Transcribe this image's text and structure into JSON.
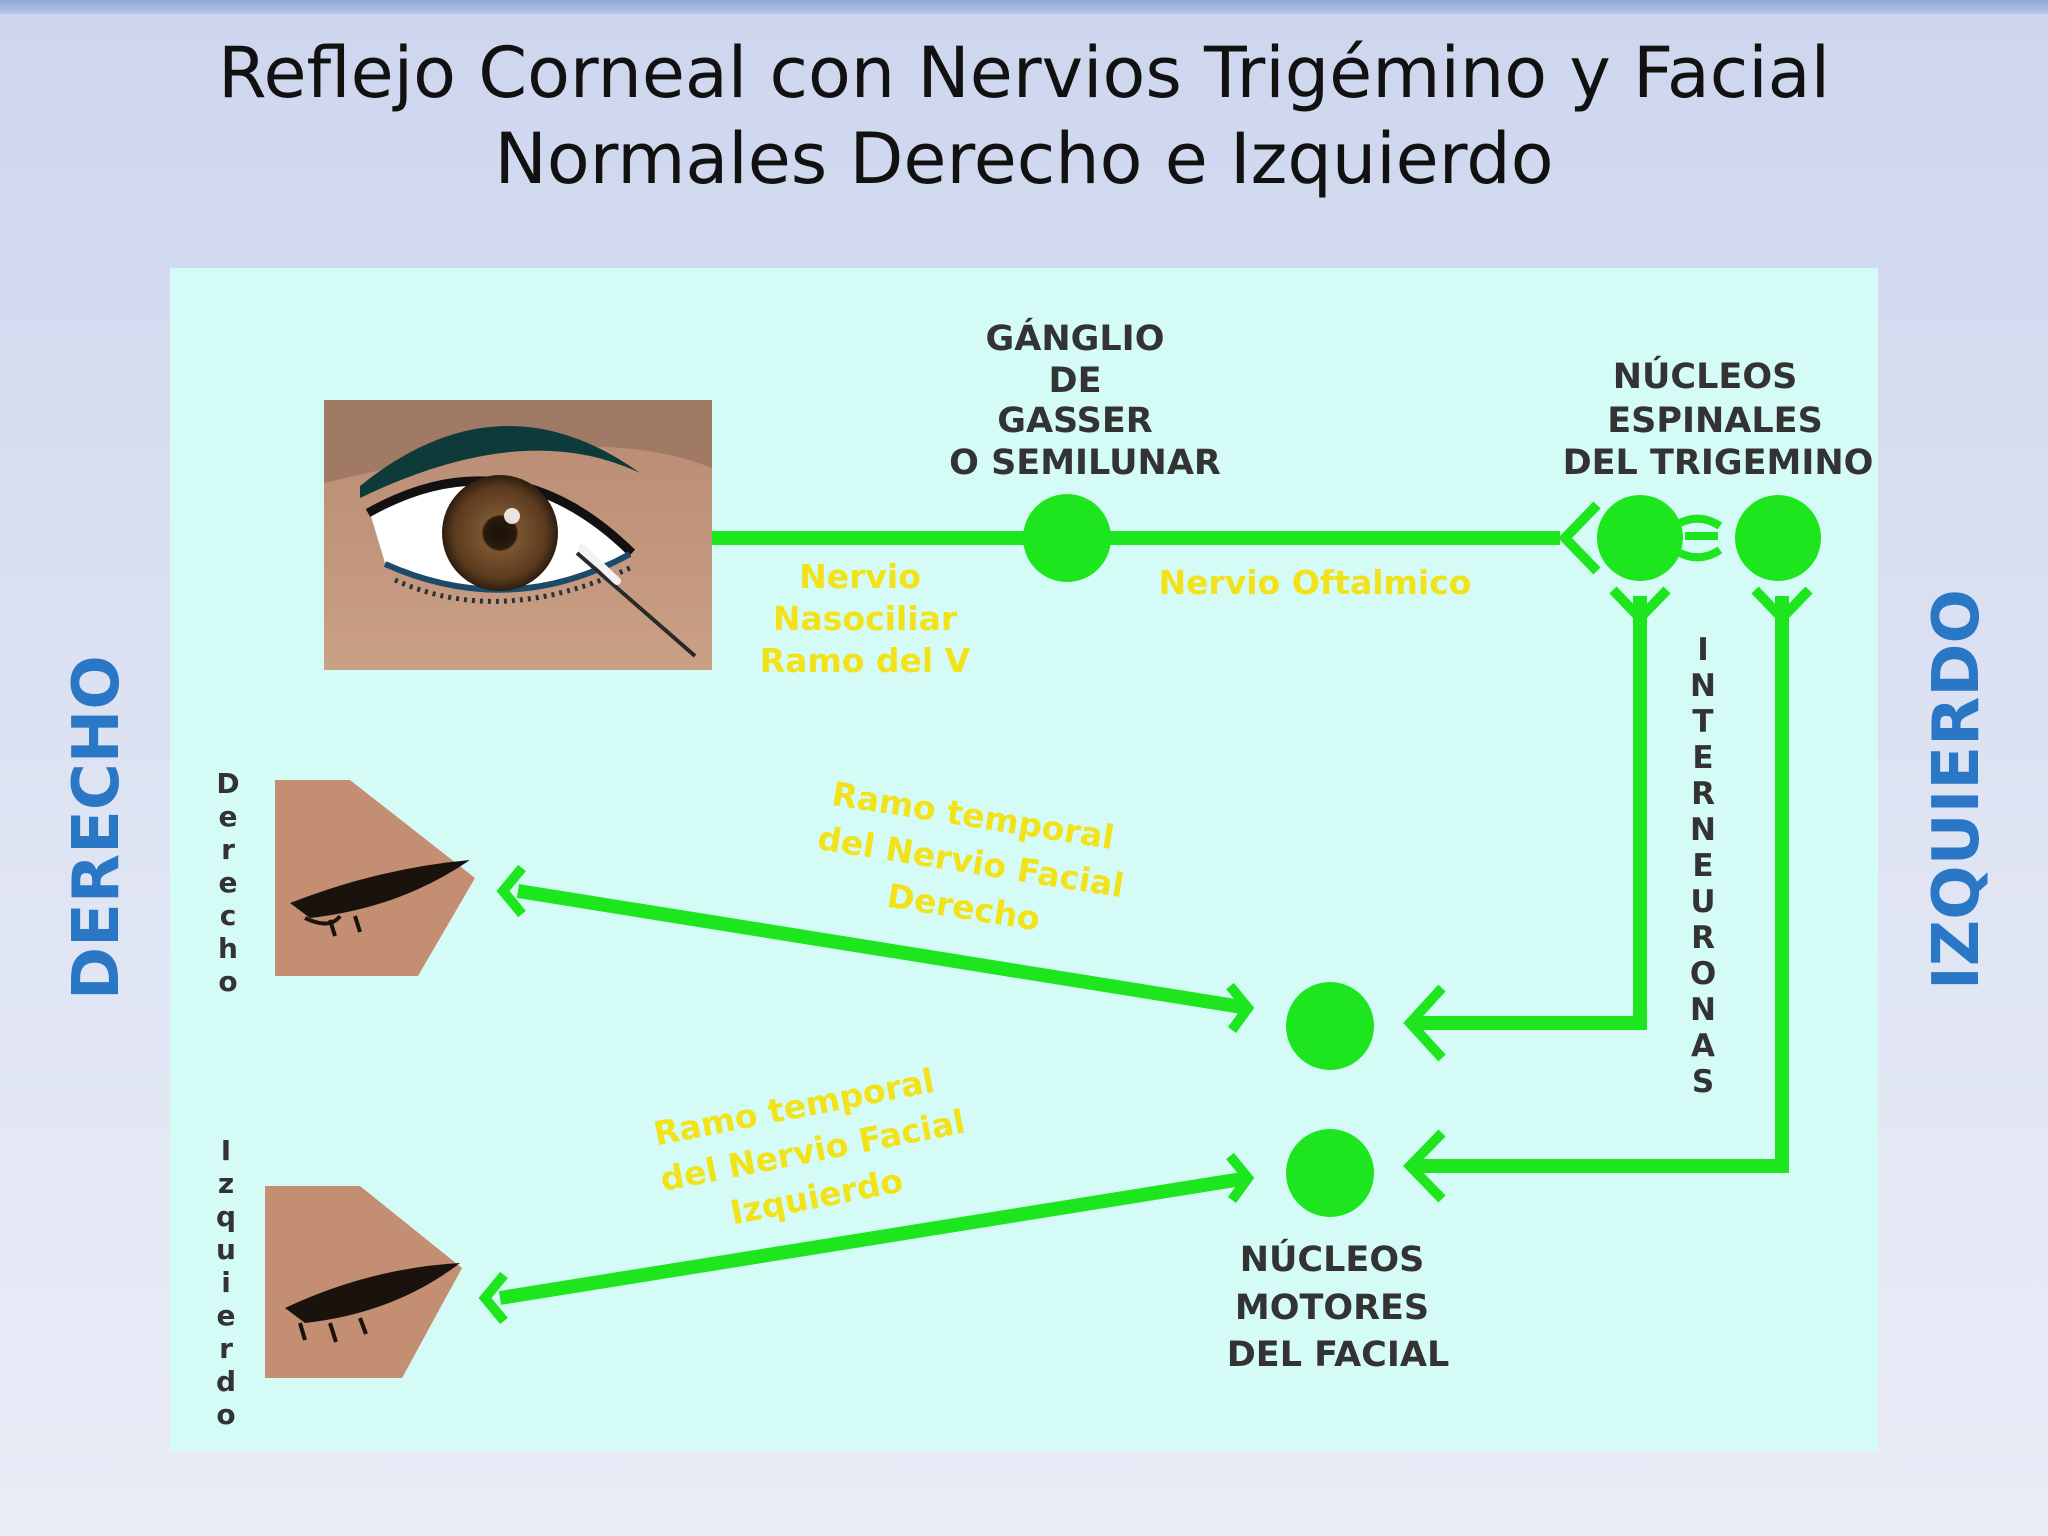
{
  "slide": {
    "title_line1": "Reflejo Corneal con Nervios Trigémino y Facial",
    "title_line2": "Normales Derecho e Izquierdo",
    "side_left": "DERECHO",
    "side_right": "IZQUIERDO"
  },
  "diagram": {
    "ganglion": [
      "GÁNGLIO",
      "DE",
      "GASSER",
      "O SEMILUNAR"
    ],
    "spinal_nuclei": [
      "NÚCLEOS",
      "ESPINALES",
      "DEL TRIGEMINO"
    ],
    "motor_nuclei": [
      "NÚCLEOS",
      "MOTORES",
      "DEL FACIAL"
    ],
    "nasociliary": [
      "Nervio",
      "Nasociliar",
      "Ramo del V"
    ],
    "ophthalmic": "Nervio Oftalmico",
    "right_branch": [
      "Ramo temporal",
      "del Nervio Facial",
      "Derecho"
    ],
    "left_branch": [
      "Ramo temporal",
      "del Nervio Facial",
      "Izquierdo"
    ],
    "interneurons": [
      "I",
      "N",
      "T",
      "E",
      "R",
      "N",
      "E",
      "U",
      "R",
      "O",
      "N",
      "A",
      "S"
    ],
    "eye_right_label": [
      "D",
      "e",
      "r",
      "e",
      "c",
      "h",
      "o"
    ],
    "eye_left_label": [
      "I",
      "z",
      "q",
      "u",
      "i",
      "e",
      "r",
      "d",
      "o"
    ]
  },
  "colors": {
    "nerve_green": "#1ee61e",
    "label_yellow": "#f2e21a",
    "panel_bg": "#d5fbf6",
    "side_blue": "#2a77c6"
  }
}
